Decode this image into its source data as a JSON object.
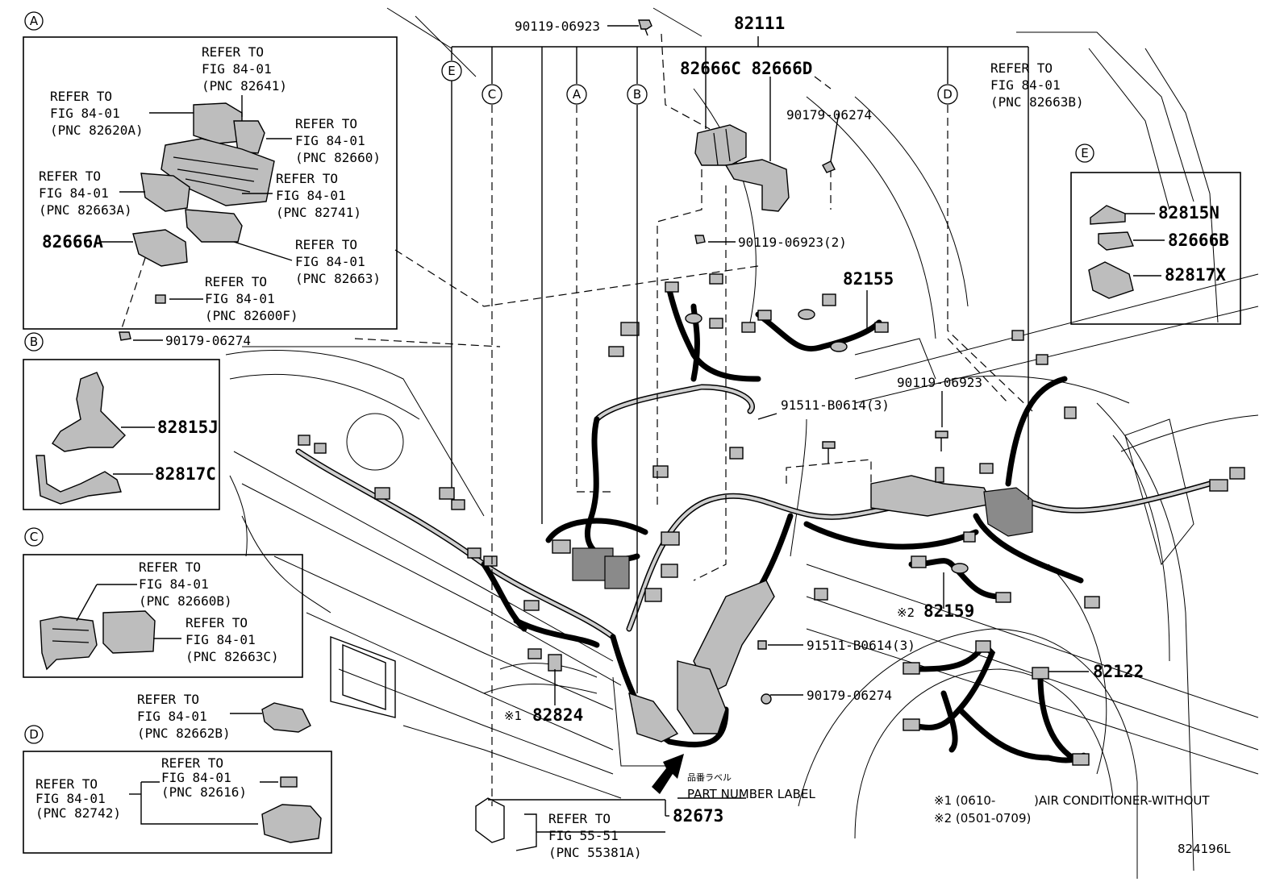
{
  "diagram_id": "824196L",
  "main_part": "82111",
  "callouts": {
    "a": "A",
    "b": "B",
    "c": "C",
    "d": "D",
    "e": "E"
  },
  "box_a": {
    "ref_82641": [
      "REFER TO",
      "FIG 84-01",
      "(PNC 82641)"
    ],
    "ref_82620a": [
      "REFER TO",
      "FIG 84-01",
      "(PNC 82620A)"
    ],
    "ref_82660": [
      "REFER TO",
      "FIG 84-01",
      "(PNC 82660)"
    ],
    "ref_82663a": [
      "REFER TO",
      "FIG 84-01",
      "(PNC 82663A)"
    ],
    "ref_82741": [
      "REFER TO",
      "FIG 84-01",
      "(PNC 82741)"
    ],
    "part_82666a": "82666A",
    "ref_82663": [
      "REFER TO",
      "FIG 84-01",
      "(PNC 82663)"
    ],
    "ref_82600f": [
      "REFER TO",
      "FIG 84-01",
      "(PNC 82600F)"
    ]
  },
  "box_b": {
    "p1": "82815J",
    "p2": "82817C"
  },
  "box_c": {
    "ref_82660b": [
      "REFER TO",
      "FIG 84-01",
      "(PNC 82660B)"
    ],
    "ref_82663c": [
      "REFER TO",
      "FIG 84-01",
      "(PNC 82663C)"
    ]
  },
  "ref_82662b": [
    "REFER TO",
    "FIG 84-01",
    "(PNC 82662B)"
  ],
  "box_d": {
    "ref_82616": [
      "REFER TO",
      "FIG 84-01",
      "(PNC 82616)"
    ],
    "ref_82742": [
      "REFER TO",
      "FIG 84-01",
      "(PNC 82742)"
    ]
  },
  "box_e": {
    "p1": "82815N",
    "p2": "82666B",
    "p3": "82817X"
  },
  "ref_82663b": [
    "REFER TO",
    "FIG 84-01",
    "(PNC 82663B)"
  ],
  "ref_55381a": [
    "REFER TO",
    "FIG 55-51",
    "(PNC 55381A)"
  ],
  "parts": {
    "bolt_top": "90119-06923",
    "p82666cd": "82666C 82666D",
    "clip_9017": "90179-06274",
    "bolt_2": "90119-06923(2)",
    "p82155": "82155",
    "bolt_right": "90119-06923",
    "bolt_91511_a": "91511-B0614(3)",
    "p82159": "82159",
    "bolt_91511_b": "91511-B0614(3)",
    "clip_low": "90179-06274",
    "p82122": "82122",
    "p82824": "82824",
    "p82673": "82673",
    "clip_a": "90179-06274"
  },
  "label_jp": "品番ラベル",
  "label_en": "PART NUMBER LABEL",
  "mark1": "※1",
  "mark2": "※2",
  "notes": {
    "n1": "※1 (0610-          )AIR CONDITIONER-WITHOUT",
    "n2": "※2 (0501-0709)"
  }
}
